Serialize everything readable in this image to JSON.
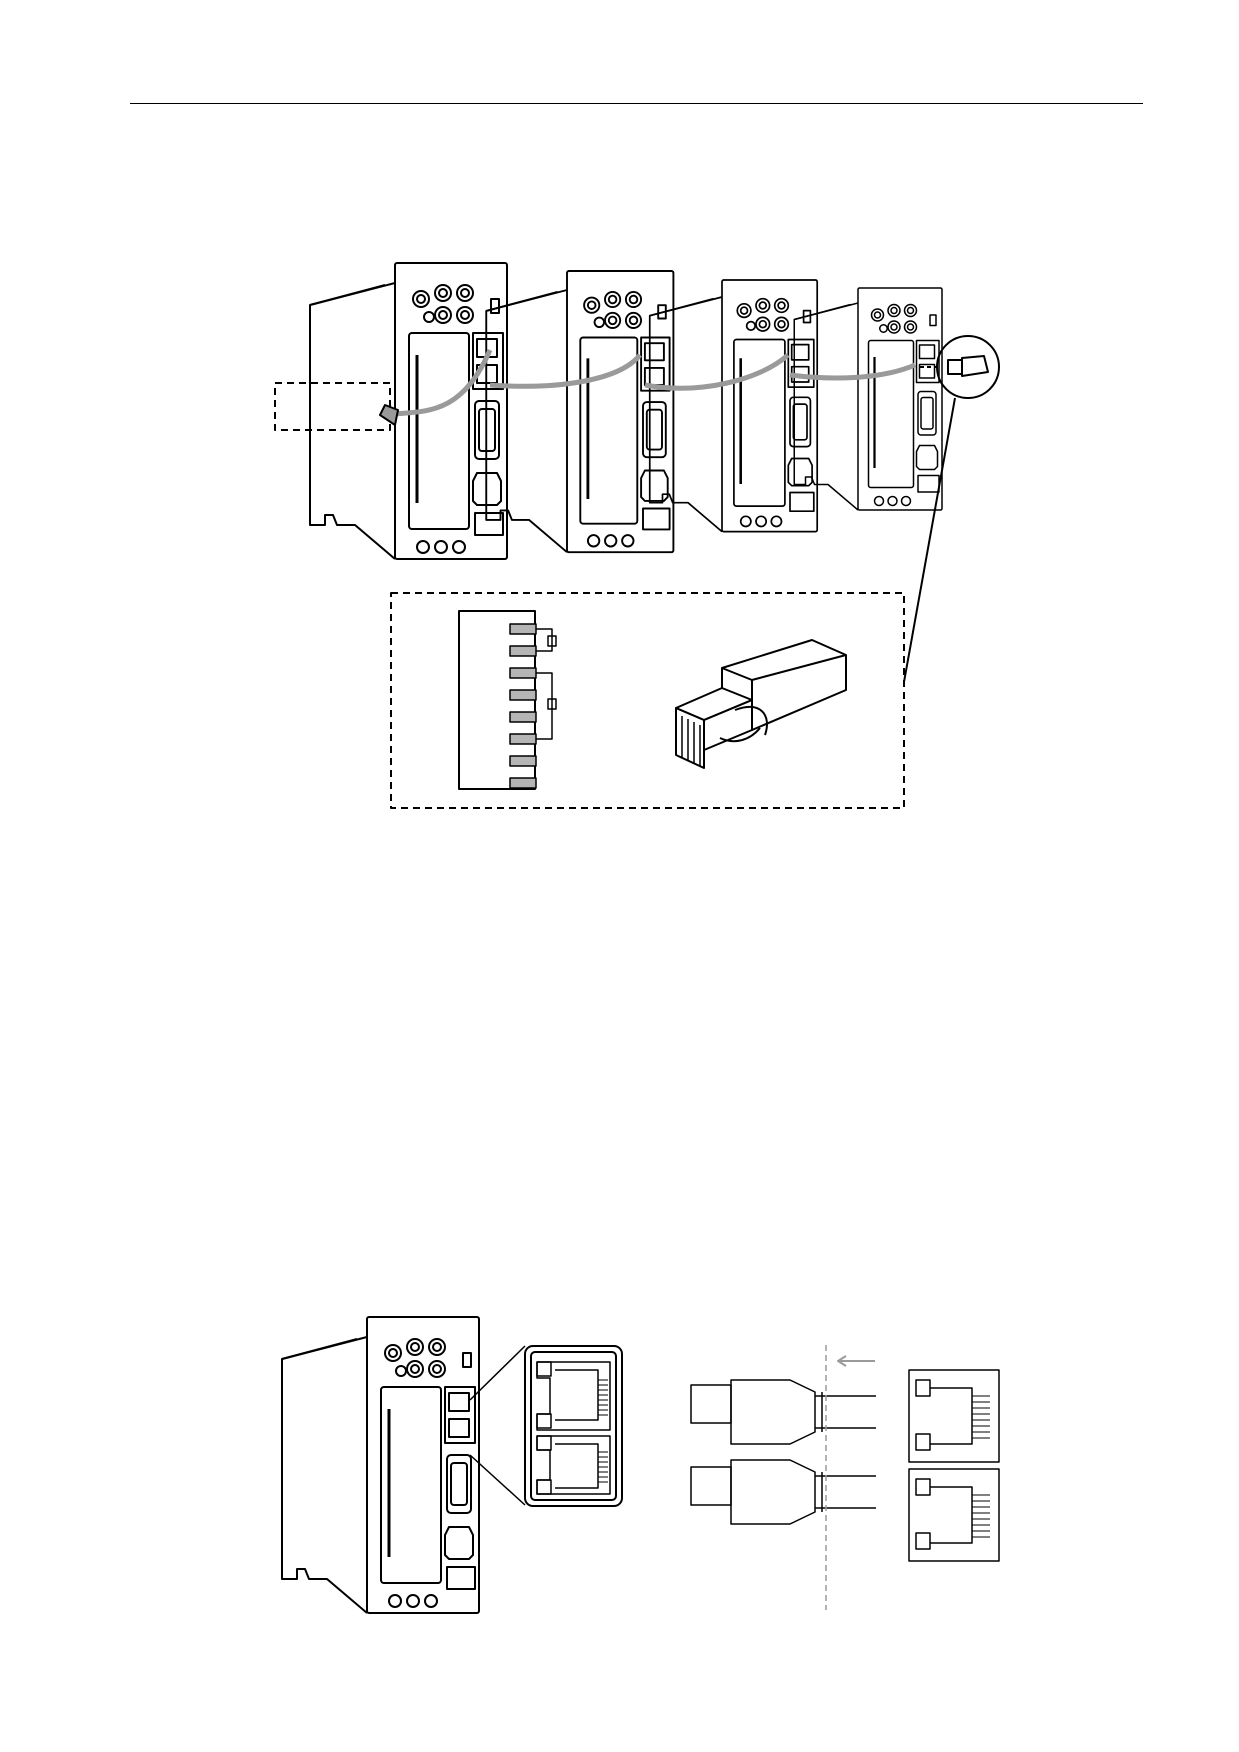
{
  "header": {
    "rule_color": "#000000"
  },
  "figure_top": {
    "drives": [
      {
        "id": "drive-1"
      },
      {
        "id": "drive-2"
      },
      {
        "id": "drive-3"
      },
      {
        "id": "drive-4"
      }
    ],
    "cable_color": "#9a9a9a",
    "terminator_plug": "terminator-plug-icon",
    "detail_box": {
      "pins": 8,
      "pin_color": "#b5b5b5"
    }
  },
  "figure_bottom": {
    "drive": {
      "id": "single-drive"
    },
    "ports": [
      "port-upper",
      "port-lower"
    ],
    "plugs": [
      "plug-upper",
      "plug-lower"
    ],
    "insert_arrow_color": "#9a9a9a"
  }
}
